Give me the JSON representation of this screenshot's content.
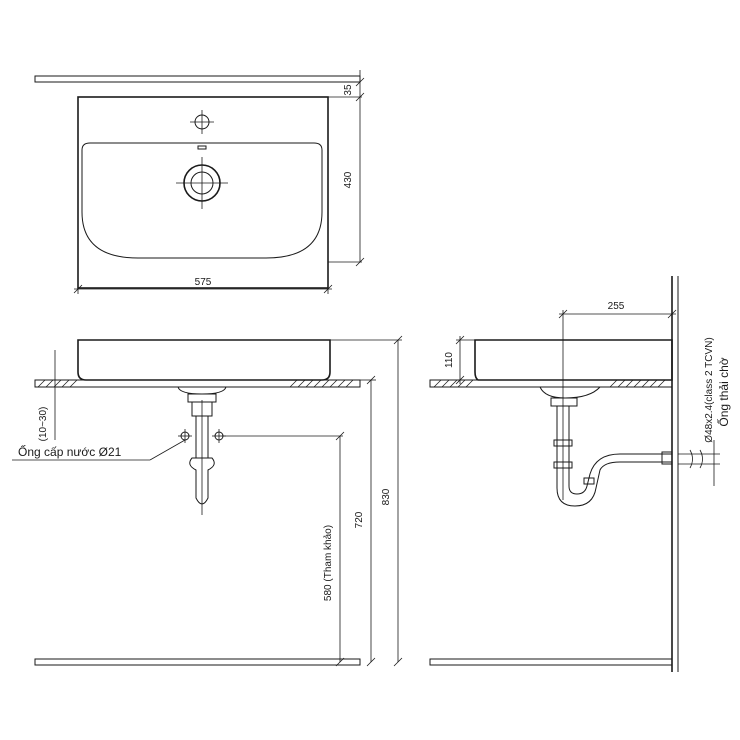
{
  "dimensions": {
    "top_offset": "35",
    "basin_depth": "430",
    "basin_width": "575",
    "side_offset": "255",
    "basin_height": "110",
    "install_gap": "(10~30)",
    "supply_height": "580 (Tham khảo)",
    "rim_height": "720",
    "total_height": "830"
  },
  "labels": {
    "water_supply": "Ống cấp nước Ø21",
    "drain_spec": "Ø48x2.4(class 2 TCVN)",
    "drain_pipe": "Ống thải chờ"
  }
}
